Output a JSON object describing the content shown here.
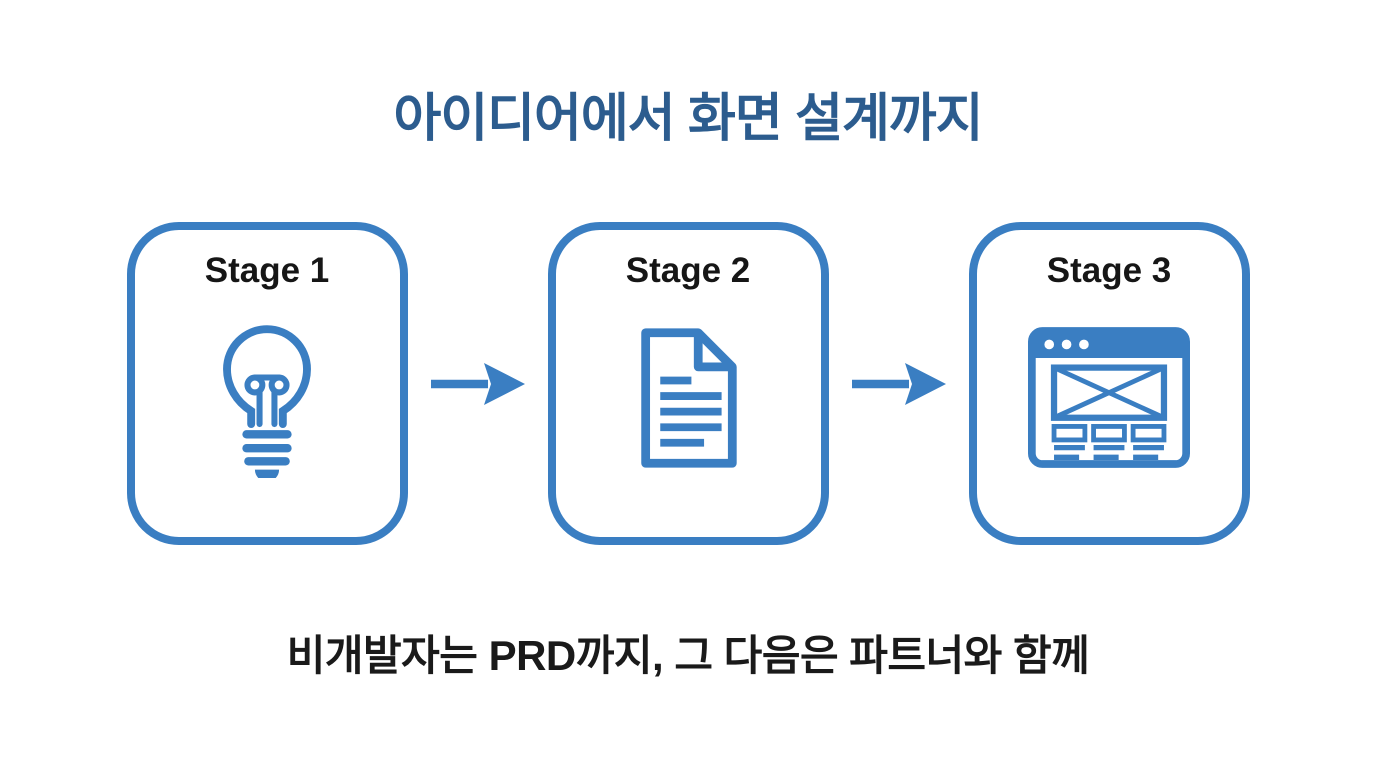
{
  "title": {
    "text": "아이디어에서 화면 설계까지"
  },
  "subtitle": {
    "text": "비개발자는 PRD까지, 그 다음은 파트너와 함께"
  },
  "stages": [
    {
      "label": "Stage 1",
      "icon": "lightbulb-icon"
    },
    {
      "label": "Stage 2",
      "icon": "document-icon"
    },
    {
      "label": "Stage 3",
      "icon": "browser-wireframe-icon"
    }
  ],
  "colors": {
    "accent_blue": "#3a7ec2",
    "title_blue": "#2c5c8e",
    "label_black": "#161616",
    "background": "#ffffff"
  }
}
